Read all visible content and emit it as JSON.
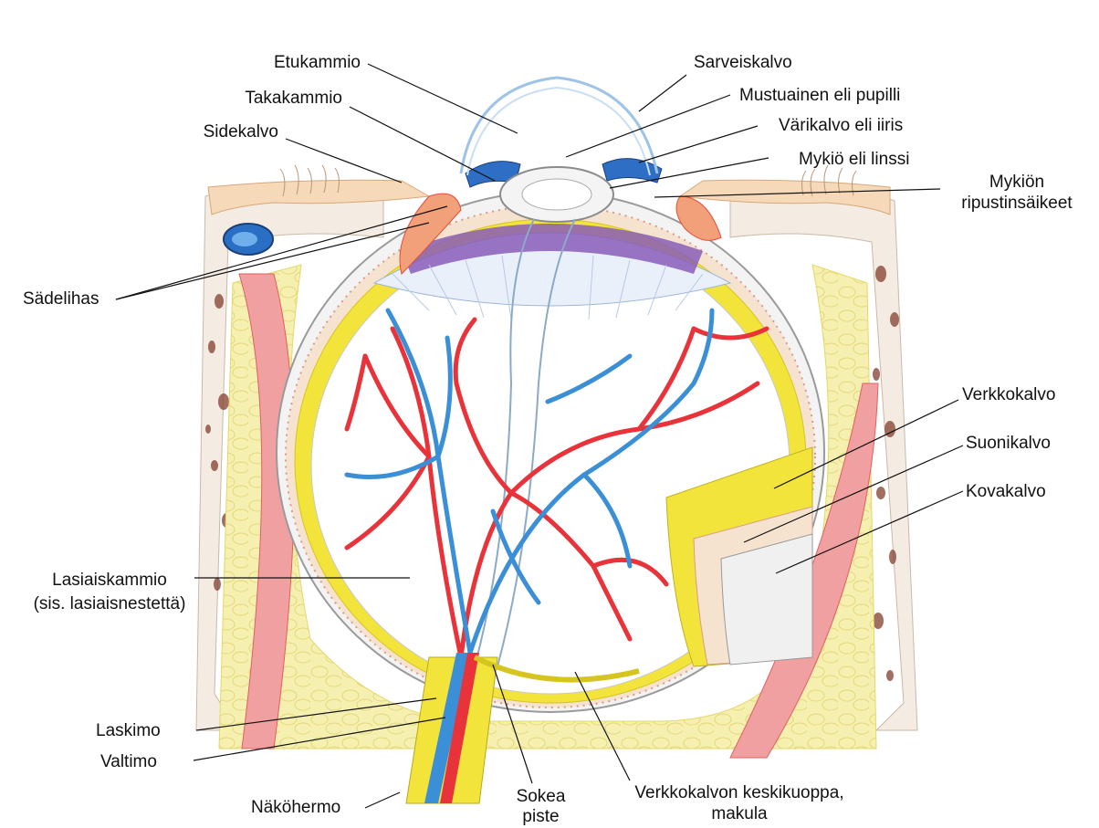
{
  "labels": {
    "etukammio": "Etukammio",
    "takakammio": "Takakammio",
    "sidekalvo": "Sidekalvo",
    "sadelihas": "Sädelihas",
    "sarveiskalvo": "Sarveiskalvo",
    "mustuainen": "Mustuainen eli pupilli",
    "varikalvo": "Värikalvo eli iiris",
    "mykio": "Mykiö eli linssi",
    "ripustin_1": "Mykiön",
    "ripustin_2": "ripustinsäikeet",
    "verkkokalvo": "Verkkokalvo",
    "suonikalvo": "Suonikalvo",
    "kovakalvo": "Kovakalvo",
    "lasiais_1": "Lasiaiskammio",
    "lasiais_2": "(sis. lasiaisnestettä)",
    "laskimo": "Laskimo",
    "valtimo": "Valtimo",
    "nakohermo": "Näköhermo",
    "sokea_1": "Sokea",
    "sokea_2": "piste",
    "makula_1": "Verkkokalvon keskikuoppa,",
    "makula_2": "makula"
  },
  "colors": {
    "artery": "#e8333a",
    "vein": "#3b8fd6",
    "fat": "#f3ec9c",
    "retina": "#f2e43a",
    "muscle": "#e86b6b",
    "iris": "#7a4fa8",
    "bone_spot": "#8a4a3a"
  }
}
